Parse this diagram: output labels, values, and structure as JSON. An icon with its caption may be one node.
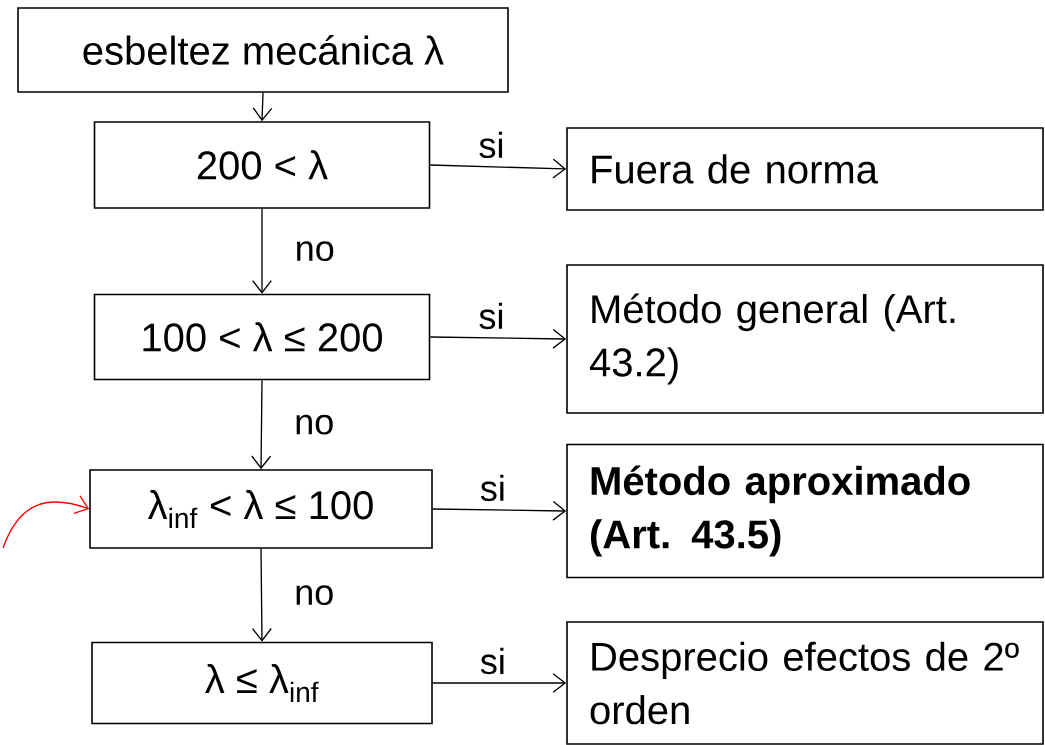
{
  "diagram": {
    "nodes": [
      {
        "text": [
          "esbeltez mecánica λ"
        ]
      },
      {
        "text": [
          "200 < λ"
        ]
      },
      {
        "text": [
          "Fuera de norma"
        ]
      },
      {
        "text": [
          "100 < λ ≤ 200"
        ]
      },
      {
        "text": [
          "Método general (Art. 43.2)"
        ]
      },
      {
        "text": [
          "λ$_{inf}$ < λ ≤ 100"
        ]
      },
      {
        "text": [
          "**Método aproximado (Art. 43.5)**"
        ]
      },
      {
        "text": [
          "λ ≤ λ$_{inf}$"
        ]
      },
      {
        "text": [
          "Desprecio efectos de 2º orden"
        ]
      }
    ],
    "edges": [
      {
        "from": 0,
        "to": 1,
        "arrow": "to"
      },
      {
        "from": 1,
        "to": 2,
        "arrow": "to",
        "label": "si"
      },
      {
        "from": 1,
        "to": 3,
        "arrow": "to",
        "label": "no"
      },
      {
        "from": 3,
        "to": 4,
        "arrow": "to",
        "label": "si"
      },
      {
        "from": 3,
        "to": 5,
        "arrow": "to",
        "label": "no"
      },
      {
        "from": 5,
        "to": 6,
        "arrow": "to",
        "label": "si"
      },
      {
        "from": 5,
        "to": 7,
        "arrow": "to",
        "label": "no"
      },
      {
        "from": 7,
        "to": 8,
        "arrow": "to",
        "label": "si"
      },
      {
        "from": null,
        "to": 5,
        "arrow": "to",
        "color": "#ff0000"
      }
    ]
  }
}
